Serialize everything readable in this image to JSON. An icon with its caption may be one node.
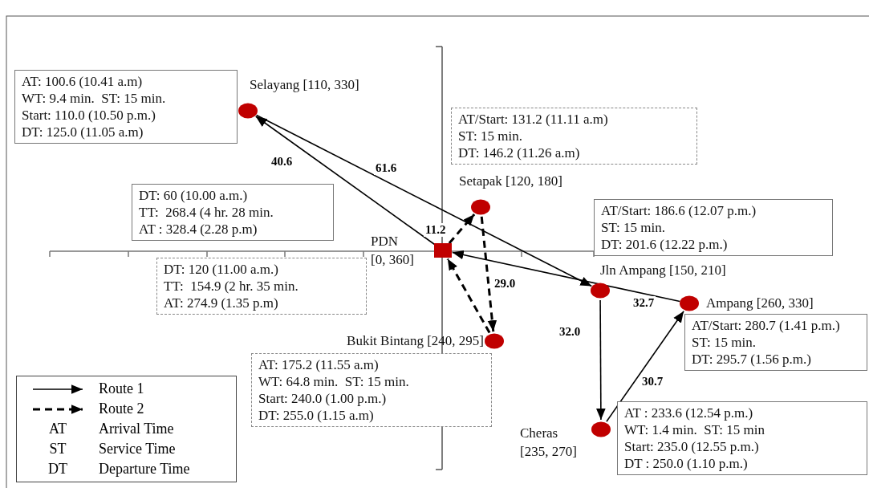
{
  "diagram": {
    "nodes": [
      {
        "text": [
          "AT: 100.6 (10.41 a.m)",
          "WT: 9.4 min.  ST: 15 min.",
          "Start: 110.0 (10.50 p.m.)",
          "DT: 125.0 (11.05 a.m)"
        ]
      },
      {
        "text": [],
        "shape": "circle",
        "beside": [
          "Selayang [110, 330]"
        ]
      },
      {
        "text": [
          "AT/Start: 131.2 (11.11 a.m)",
          "ST: 15 min.",
          "DT: 146.2 (11.26 a.m)"
        ]
      },
      {
        "text": [],
        "shape": "circle",
        "beside": [
          "Setapak [120, 180]"
        ]
      },
      {
        "text": [
          "DT: 60 (10.00 a.m.)",
          "TT:  268.4 (4 hr. 28 min.",
          "AT : 328.4 (2.28 p.m)"
        ]
      },
      {
        "text": [
          "AT/Start: 186.6 (12.07 p.m.)",
          "ST: 15 min.",
          "DT: 201.6 (12.22 p.m.)"
        ]
      },
      {
        "text": [],
        "shape": "box",
        "beside": [
          "PDN",
          "[0, 360]"
        ]
      },
      {
        "text": [
          "DT: 120 (11.00 a.m.)",
          "TT:  154.9 (2 hr. 35 min.",
          "AT: 274.9 (1.35 p.m)"
        ]
      },
      {
        "text": [],
        "shape": "circle",
        "beside": [
          "Jln Ampang [150, 210]"
        ]
      },
      {
        "text": [],
        "shape": "circle",
        "beside": [
          "Ampang [260, 330]"
        ]
      },
      {
        "text": [
          "AT/Start: 280.7 (1.41 p.m.)",
          "ST: 15 min.",
          "DT: 295.7 (1.56 p.m.)"
        ]
      },
      {
        "text": [],
        "shape": "circle",
        "beside": [
          "Bukit Bintang [240, 295]"
        ]
      },
      {
        "text": [
          "AT: 175.2 (11.55 a.m)",
          "WT: 64.8 min.  ST: 15 min.",
          "Start: 240.0 (1.00 p.m.)",
          "DT: 255.0 (1.15 a.m)"
        ]
      },
      {
        "text": [],
        "shape": "circle",
        "beside": [
          "Cheras",
          "[235, 270]"
        ]
      },
      {
        "text": [
          "AT : 233.6 (12.54 p.m.)",
          "WT: 1.4 min.  ST: 15 min",
          "Start: 235.0 (12.55 p.m.)",
          "DT : 250.0 (1.10 p.m.)"
        ]
      }
    ],
    "edges": [
      {
        "from": 6,
        "to": 1,
        "arrow": "to",
        "label": "40.6"
      },
      {
        "from": 1,
        "to": 8,
        "arrow": "to",
        "label": "61.6"
      },
      {
        "from": 8,
        "to": 13,
        "arrow": "to",
        "label": "32.0"
      },
      {
        "from": 13,
        "to": 9,
        "arrow": "to",
        "label": "30.7"
      },
      {
        "from": 9,
        "to": 6,
        "arrow": "to",
        "label": "32.7"
      },
      {
        "from": 6,
        "to": 3,
        "arrow": "to",
        "label": "11.2",
        "style": "dashed"
      },
      {
        "from": 3,
        "to": 11,
        "arrow": "to",
        "label": "29.0",
        "style": "dashed"
      },
      {
        "from": 11,
        "to": 6,
        "arrow": "to",
        "style": "dashed"
      }
    ],
    "legend": [
      {
        "text": "Route 1"
      },
      {
        "text": "Route 2"
      },
      {
        "text": "Arrival Time"
      },
      {
        "text": "Service Time"
      },
      {
        "text": "Departure Time"
      }
    ],
    "labels": [
      "AT",
      "ST",
      "DT"
    ]
  }
}
